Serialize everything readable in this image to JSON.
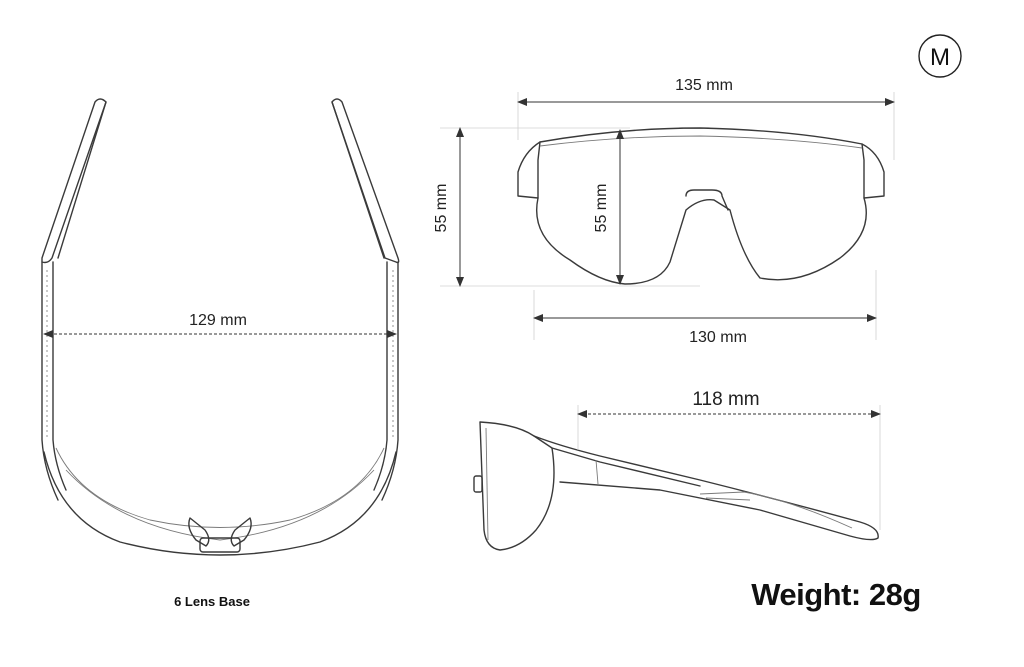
{
  "size_badge": "M",
  "top_view": {
    "width_label": "129 mm",
    "lens_base_label": "6 Lens Base"
  },
  "front_view": {
    "total_width_label": "135 mm",
    "frame_height_label": "55 mm",
    "lens_height_label": "55 mm",
    "lens_width_label": "130 mm"
  },
  "side_view": {
    "temple_length_label": "118 mm"
  },
  "weight_label": "Weight: 28g"
}
